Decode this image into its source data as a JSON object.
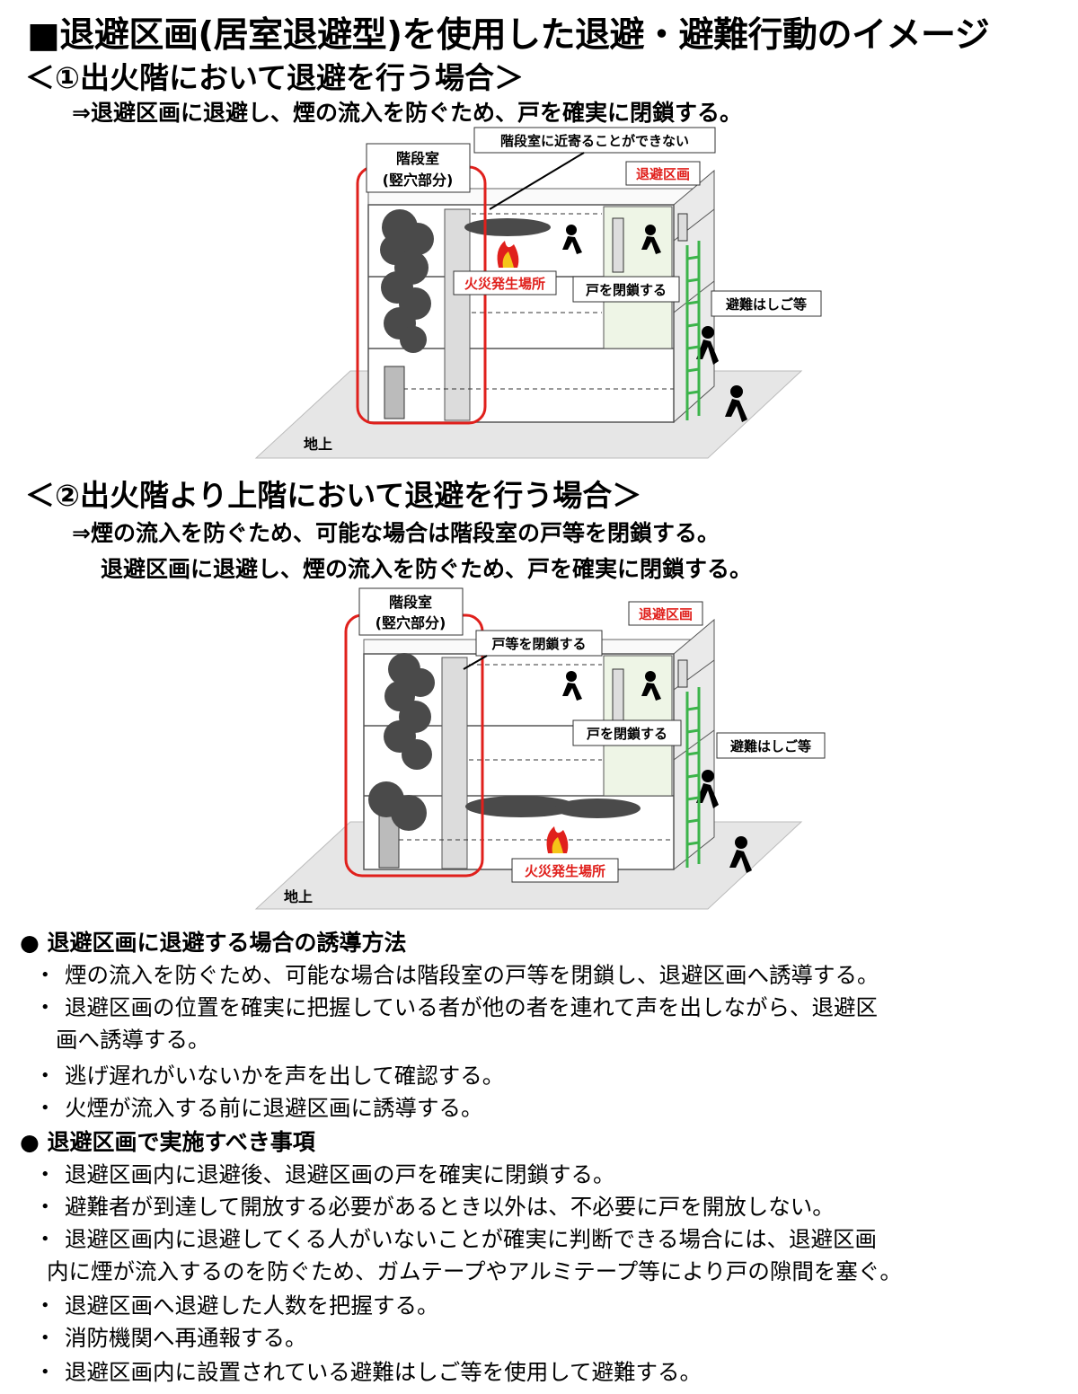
{
  "title": "■退避区画(居室退避型)を使用した退避・避難行動のイメージ",
  "section1": {
    "heading": "＜①出火階において退避を行う場合＞",
    "note1": "⇒退避区画に退避し、煙の流入を防ぐため、戸を確実に閉鎖する。",
    "labels": {
      "stair": "階段室",
      "stair_sub": "(竪穴部分)",
      "cannot_approach": "階段室に近寄ることができない",
      "refuge": "退避区画",
      "fire": "火災発生場所",
      "close_door": "戸を閉鎖する",
      "ladder": "避難はしご等",
      "ground": "地上"
    }
  },
  "section2": {
    "heading": "＜②出火階より上階において退避を行う場合＞",
    "note1": "⇒煙の流入を防ぐため、可能な場合は階段室の戸等を閉鎖する。",
    "note2": "退避区画に退避し、煙の流入を防ぐため、戸を確実に閉鎖する。",
    "labels": {
      "stair": "階段室",
      "stair_sub": "(竪穴部分)",
      "close_stair_door": "戸等を閉鎖する",
      "refuge": "退避区画",
      "close_door": "戸を閉鎖する",
      "ladder": "避難はしご等",
      "fire": "火災発生場所",
      "ground": "地上"
    }
  },
  "guidance": {
    "heading": "●  退避区画に退避する場合の誘導方法",
    "items": [
      "煙の流入を防ぐため、可能な場合は階段室の戸等を閉鎖し、退避区画へ誘導する。",
      "退避区画の位置を確実に把握している者が他の者を連れて声を出しながら、退避区",
      "画へ誘導する。",
      "逃げ遅れがいないかを声を出して確認する。",
      "火煙が流入する前に退避区画に誘導する。"
    ]
  },
  "actions": {
    "heading": "●  退避区画で実施すべき事項",
    "items": [
      "退避区画内に退避後、退避区画の戸を確実に閉鎖する。",
      "避難者が到達して開放する必要があるとき以外は、不必要に戸を開放しない。",
      "退避区画内に退避してくる人がいないことが確実に判断できる場合には、退避区画",
      "内に煙が流入するのを防ぐため、ガムテープやアルミテープ等により戸の隙間を塞ぐ。",
      "退避区画へ退避した人数を把握する。",
      "消防機関へ再通報する。",
      "退避区画内に設置されている避難はしご等を使用して避難する。"
    ]
  },
  "colors": {
    "red": "#e0201c",
    "green": "#3cb44b",
    "smoke": "#4a4a4a",
    "refuge_fill": "#eef5e6"
  }
}
